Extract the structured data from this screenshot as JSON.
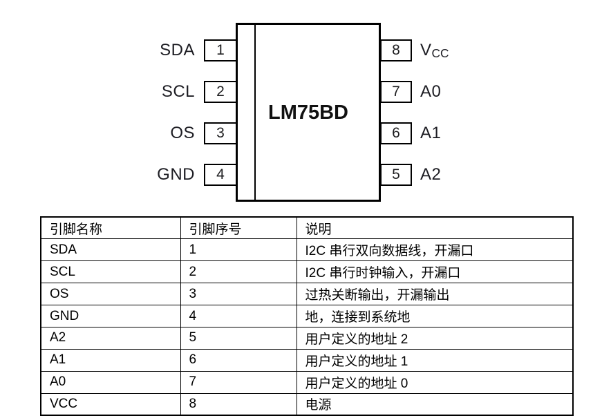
{
  "colors": {
    "background": "#ffffff",
    "ink": "#1a1a1a",
    "border": "#000000"
  },
  "diagram": {
    "chip_label": "LM75BD",
    "left_pins": [
      {
        "name": "SDA",
        "number": "1"
      },
      {
        "name": "SCL",
        "number": "2"
      },
      {
        "name": "OS",
        "number": "3"
      },
      {
        "name": "GND",
        "number": "4"
      }
    ],
    "right_pins": [
      {
        "name": "VCC",
        "name_base": "V",
        "name_sub": "CC",
        "number": "8"
      },
      {
        "name": "A0",
        "number": "7"
      },
      {
        "name": "A1",
        "number": "6"
      },
      {
        "name": "A2",
        "number": "5"
      }
    ]
  },
  "table": {
    "headers": [
      "引脚名称",
      "引脚序号",
      "说明"
    ],
    "rows": [
      [
        "SDA",
        "1",
        "I2C 串行双向数据线，开漏口"
      ],
      [
        "SCL",
        "2",
        "I2C 串行时钟输入，开漏口"
      ],
      [
        "OS",
        "3",
        "过热关断输出，开漏输出"
      ],
      [
        "GND",
        "4",
        "地，连接到系统地"
      ],
      [
        "A2",
        "5",
        "用户定义的地址 2"
      ],
      [
        "A1",
        "6",
        "用户定义的地址 1"
      ],
      [
        "A0",
        "7",
        "用户定义的地址 0"
      ],
      [
        "VCC",
        "8",
        "电源"
      ]
    ]
  }
}
